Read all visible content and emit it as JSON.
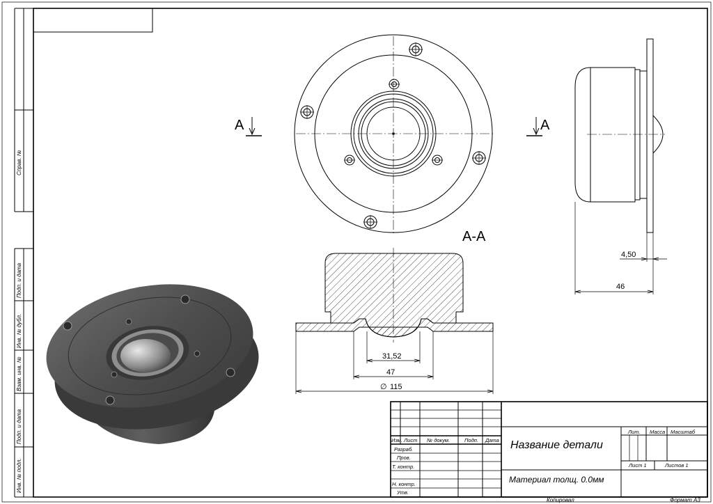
{
  "section": {
    "left_label": "A",
    "right_label": "A",
    "view_title": "A-A"
  },
  "dimensions": {
    "flange_thickness": "4,50",
    "depth": "46",
    "d1": "31,52",
    "d2": "47",
    "diameter_symbol": "∅",
    "d3": "115"
  },
  "side_stamps": [
    "Справ. №",
    "Подп. и дата",
    "Инв. № дубл.",
    "Взам. инв. №",
    "Подп. и дата",
    "Инв. № подл."
  ],
  "title_block": {
    "col_headers": {
      "izm": "Изм.",
      "list": "Лист",
      "doc": "№ докум.",
      "sign": "Подп.",
      "date": "Дата"
    },
    "rows": {
      "razrab": "Разраб.",
      "prov": "Пров.",
      "tkontr": "Т. контр.",
      "nkontr": "Н. контр.",
      "utv": "Утв."
    },
    "part_name": "Название детали",
    "material": "Материал толщ. 0.0мм",
    "lit": "Лит.",
    "mass": "Масса",
    "scale": "Масштаб",
    "sheet": "Лист 1",
    "sheets": "Листов 1",
    "copied": "Копировал",
    "format": "Формат А3"
  }
}
